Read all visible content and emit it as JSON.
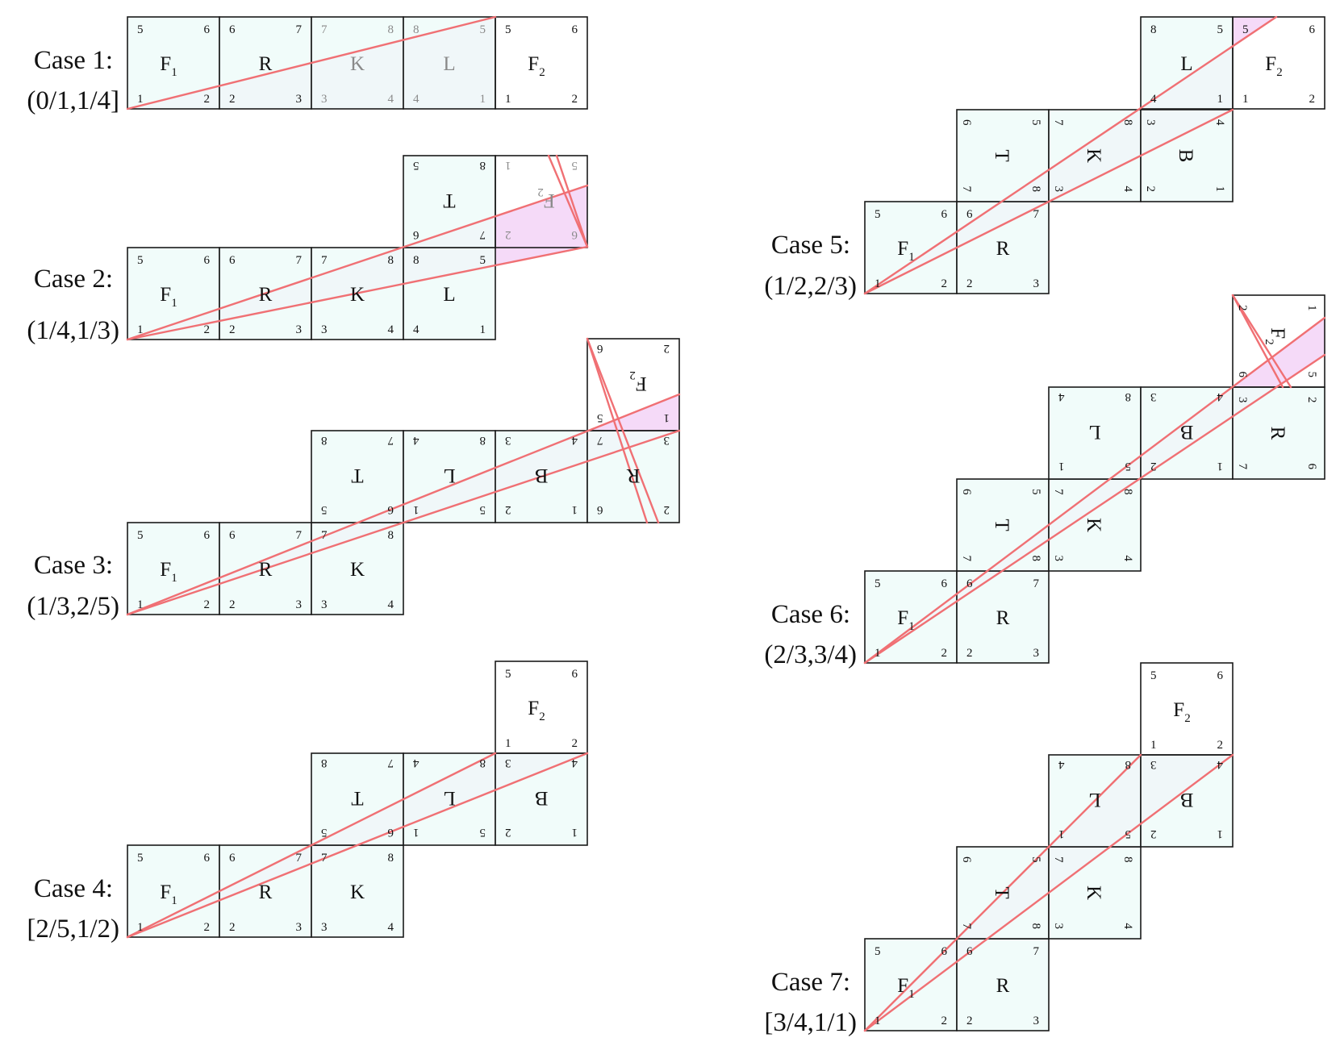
{
  "colors": {
    "face": "#eefbf9",
    "outline": "#1a1a1a",
    "ray": "#f07074",
    "wedge": "#f2cdf6",
    "ink": "#111111",
    "muted": "#8a8a8a"
  },
  "cases": [
    {
      "id": "case-1",
      "label": "Case 1:",
      "interval": "(0/1,1/4]",
      "faces": [
        {
          "name": "F",
          "sub": "1",
          "c": [
            "5",
            "6",
            "1",
            "2"
          ]
        },
        {
          "name": "R",
          "c": [
            "6",
            "7",
            "2",
            "3"
          ]
        },
        {
          "name": "K",
          "c": [
            "7",
            "8",
            "3",
            "4"
          ]
        },
        {
          "name": "L",
          "c": [
            "8",
            "5",
            "4",
            "1"
          ]
        },
        {
          "name": "F",
          "sub": "2",
          "c": [
            "5",
            "6",
            "1",
            "2"
          ]
        }
      ]
    },
    {
      "id": "case-2",
      "label": "Case 2:",
      "interval": "(1/4,1/3)",
      "faces": [
        {
          "name": "F",
          "sub": "1",
          "c": [
            "5",
            "6",
            "1",
            "2"
          ]
        },
        {
          "name": "R",
          "c": [
            "6",
            "7",
            "2",
            "3"
          ]
        },
        {
          "name": "K",
          "c": [
            "7",
            "8",
            "3",
            "4"
          ]
        },
        {
          "name": "L",
          "c": [
            "8",
            "5",
            "4",
            "1"
          ]
        },
        {
          "name": "T",
          "c": [
            "7",
            "6",
            "8",
            "5"
          ]
        },
        {
          "name": "F",
          "sub": "2",
          "c": [
            "6",
            "2",
            "5",
            "1"
          ]
        }
      ]
    },
    {
      "id": "case-3",
      "label": "Case 3:",
      "interval": "(1/3,2/5)",
      "faces": [
        {
          "name": "F",
          "sub": "1",
          "c": [
            "5",
            "6",
            "1",
            "2"
          ]
        },
        {
          "name": "R",
          "c": [
            "6",
            "7",
            "2",
            "3"
          ]
        },
        {
          "name": "K",
          "c": [
            "7",
            "8",
            "3",
            "4"
          ]
        },
        {
          "name": "T",
          "c": [
            "6",
            "5",
            "7",
            "8"
          ]
        },
        {
          "name": "L",
          "c": [
            "5",
            "1",
            "8",
            "4"
          ]
        },
        {
          "name": "B",
          "c": [
            "1",
            "2",
            "4",
            "3"
          ]
        },
        {
          "name": "R",
          "c": [
            "2",
            "6",
            "3",
            "7"
          ]
        },
        {
          "name": "F",
          "sub": "2",
          "c": [
            "1",
            "5",
            "2",
            "6"
          ]
        }
      ]
    },
    {
      "id": "case-4",
      "label": "Case 4:",
      "interval": "[2/5,1/2)",
      "faces": [
        {
          "name": "F",
          "sub": "1",
          "c": [
            "5",
            "6",
            "1",
            "2"
          ]
        },
        {
          "name": "R",
          "c": [
            "6",
            "7",
            "2",
            "3"
          ]
        },
        {
          "name": "K",
          "c": [
            "7",
            "8",
            "3",
            "4"
          ]
        },
        {
          "name": "T",
          "c": [
            "6",
            "5",
            "7",
            "8"
          ]
        },
        {
          "name": "L",
          "c": [
            "5",
            "1",
            "8",
            "4"
          ]
        },
        {
          "name": "B",
          "c": [
            "1",
            "2",
            "4",
            "3"
          ]
        },
        {
          "name": "F",
          "sub": "2",
          "c": [
            "5",
            "6",
            "1",
            "2"
          ]
        }
      ]
    },
    {
      "id": "case-5",
      "label": "Case 5:",
      "interval": "(1/2,2/3)",
      "faces": [
        {
          "name": "F",
          "sub": "1",
          "c": [
            "5",
            "6",
            "1",
            "2"
          ]
        },
        {
          "name": "R",
          "c": [
            "6",
            "7",
            "2",
            "3"
          ]
        },
        {
          "name": "T",
          "c": [
            "5",
            "8",
            "6",
            "7"
          ]
        },
        {
          "name": "K",
          "c": [
            "8",
            "4",
            "7",
            "3"
          ]
        },
        {
          "name": "B",
          "c": [
            "4",
            "1",
            "3",
            "2"
          ]
        },
        {
          "name": "L",
          "c": [
            "8",
            "5",
            "4",
            "1"
          ]
        },
        {
          "name": "F",
          "sub": "2",
          "c": [
            "5",
            "6",
            "1",
            "2"
          ]
        }
      ]
    },
    {
      "id": "case-6",
      "label": "Case 6:",
      "interval": "(2/3,3/4)",
      "faces": [
        {
          "name": "F",
          "sub": "1",
          "c": [
            "5",
            "6",
            "1",
            "2"
          ]
        },
        {
          "name": "R",
          "c": [
            "6",
            "7",
            "2",
            "3"
          ]
        },
        {
          "name": "T",
          "c": [
            "5",
            "8",
            "6",
            "7"
          ]
        },
        {
          "name": "K",
          "c": [
            "8",
            "4",
            "7",
            "3"
          ]
        },
        {
          "name": "L",
          "c": [
            "5",
            "1",
            "8",
            "4"
          ]
        },
        {
          "name": "B",
          "c": [
            "1",
            "2",
            "4",
            "3"
          ]
        },
        {
          "name": "R",
          "c": [
            "2",
            "6",
            "3",
            "7"
          ]
        },
        {
          "name": "F",
          "sub": "2",
          "c": [
            "1",
            "5",
            "2",
            "6"
          ]
        }
      ]
    },
    {
      "id": "case-7",
      "label": "Case 7:",
      "interval": "[3/4,1/1)",
      "faces": [
        {
          "name": "F",
          "sub": "1",
          "c": [
            "5",
            "6",
            "1",
            "2"
          ]
        },
        {
          "name": "R",
          "c": [
            "6",
            "7",
            "2",
            "3"
          ]
        },
        {
          "name": "T",
          "c": [
            "5",
            "8",
            "6",
            "7"
          ]
        },
        {
          "name": "K",
          "c": [
            "8",
            "4",
            "7",
            "3"
          ]
        },
        {
          "name": "L",
          "c": [
            "5",
            "1",
            "8",
            "4"
          ]
        },
        {
          "name": "B",
          "c": [
            "1",
            "2",
            "4",
            "3"
          ]
        },
        {
          "name": "F",
          "sub": "2",
          "c": [
            "5",
            "6",
            "1",
            "2"
          ]
        }
      ]
    }
  ]
}
